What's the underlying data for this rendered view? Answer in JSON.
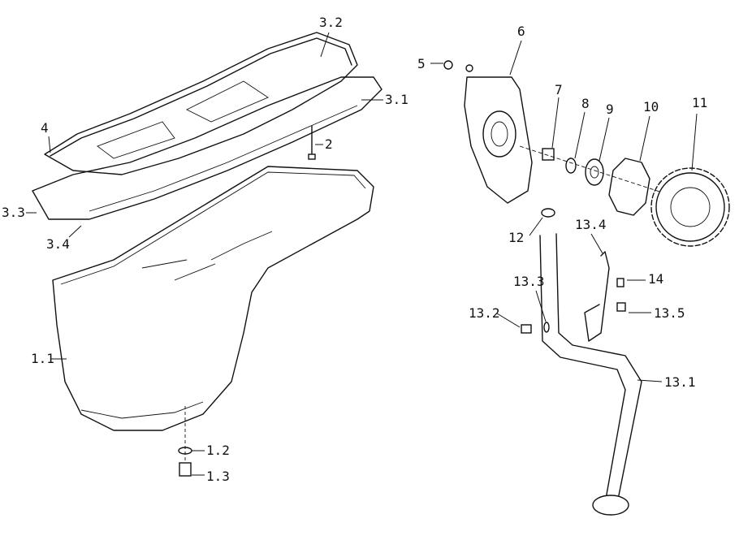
{
  "labels": {
    "p1_1": "1.1",
    "p1_2": "1.2",
    "p1_3": "1.3",
    "p2": "2",
    "p3_1": "3.1",
    "p3_2": "3.2",
    "p3_3": "3.3",
    "p3_4": "3.4",
    "p4": "4",
    "p5": "5",
    "p6": "6",
    "p7": "7",
    "p8": "8",
    "p9": "9",
    "p10": "10",
    "p11": "11",
    "p12": "12",
    "p13_1": "13.1",
    "p13_2": "13.2",
    "p13_3": "13.3",
    "p13_4": "13.4",
    "p13_5": "13.5",
    "p14": "14"
  }
}
